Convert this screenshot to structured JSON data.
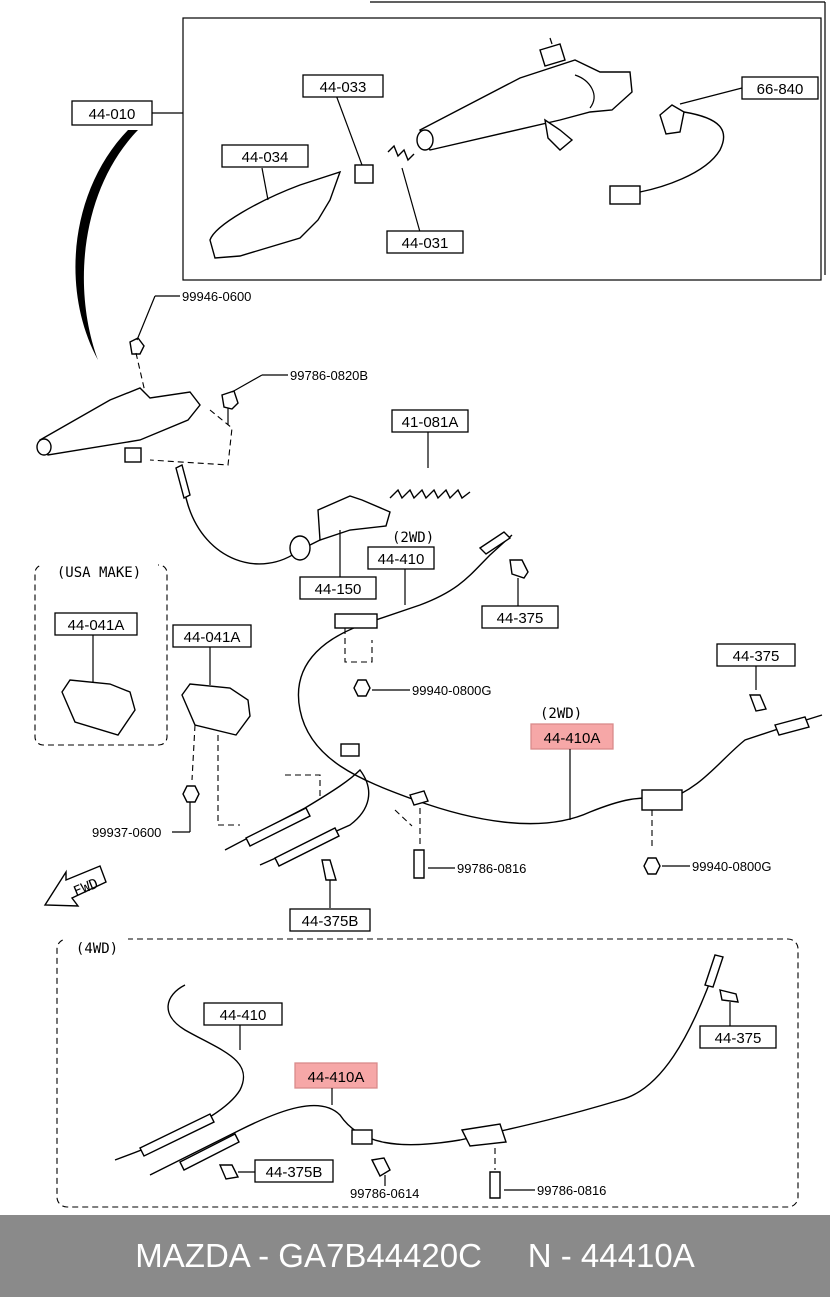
{
  "labels": {
    "p44010": "44-010",
    "p44033": "44-033",
    "p44034": "44-034",
    "p44031": "44-031",
    "p66840": "66-840",
    "p99946": "99946-0600",
    "p99786_0820B": "99786-0820B",
    "p41081A": "41-081A",
    "p44150": "44-150",
    "p44410_top": "44-410",
    "p44375_a": "44-375",
    "p44375_b": "44-375",
    "p99940_a": "99940-0800G",
    "p44410A_top": "44-410A",
    "p44041A_left": "44-041A",
    "p44041A_right": "44-041A",
    "p99937": "99937-0600",
    "p99786_0816_a": "99786-0816",
    "p99940_b": "99940-0800G",
    "p44375B_top": "44-375B",
    "p44410_4wd": "44-410",
    "p44410A_4wd": "44-410A",
    "p44375_4wd": "44-375",
    "p44375B_4wd": "44-375B",
    "p99786_0614": "99786-0614",
    "p99786_0816_b": "99786-0816"
  },
  "groups": {
    "usa_make": "(USA MAKE)",
    "twowd_a": "(2WD)",
    "twowd_b": "(2WD)",
    "fourwd": "(4WD)",
    "fwd": "FWD"
  },
  "colors": {
    "highlight": "#f6a7a7",
    "footer_bg": "#8a8a8a",
    "footer_text": "#ffffff"
  },
  "footer": {
    "text": "MAZDA - GA7B44420C     N - 44410A"
  }
}
